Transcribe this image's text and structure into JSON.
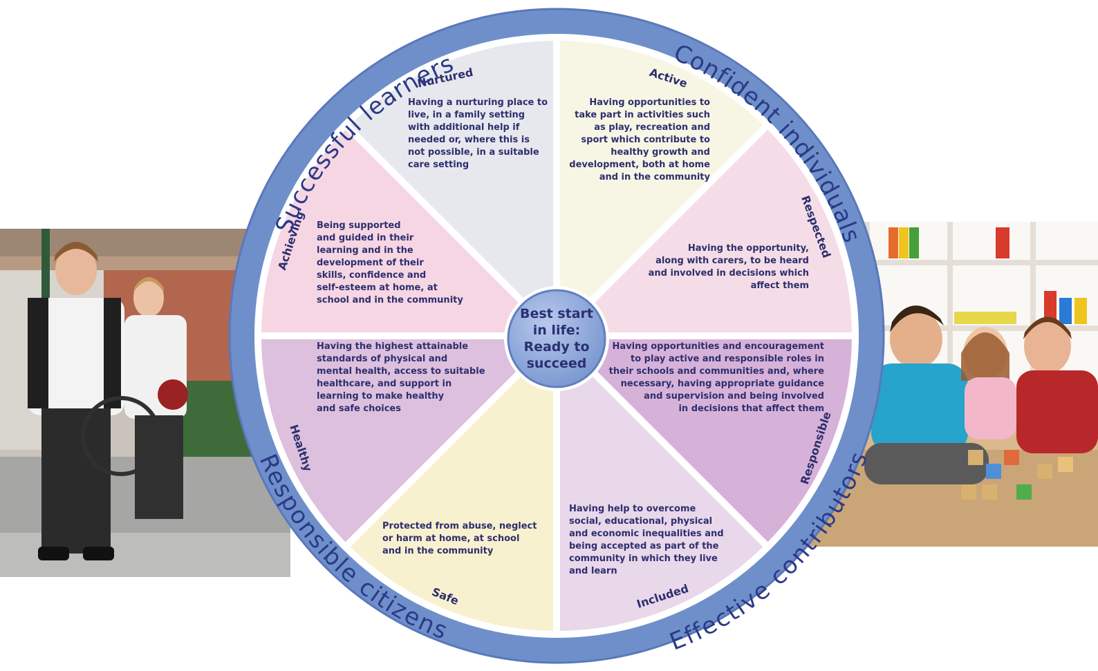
{
  "wheel": {
    "center": {
      "lines": [
        "Best start",
        "in life:",
        "Ready to",
        "succeed"
      ]
    },
    "capacities": {
      "successful_learners": "Successful learners",
      "confident_individuals": "Confident individuals",
      "effective_contributors": "Effective contributors",
      "responsible_citizens": "Responsible citizens"
    },
    "segments": [
      {
        "label": "Nurtured",
        "color": "#f7f6e4",
        "lines": [
          "Having a nurturing place to",
          "live, in a family setting",
          "with additional help if",
          "needed or, where this is",
          "not possible, in a suitable",
          "care setting"
        ]
      },
      {
        "label": "Active",
        "color": "#f4dde6",
        "lines": [
          "Having opportunities to",
          "take part in activities such",
          "as play, recreation and",
          "sport which contribute to",
          "healthy growth and",
          "development, both at home",
          "and in the community"
        ]
      },
      {
        "label": "Respected",
        "color": "#d7b2d8",
        "lines": [
          "Having the opportunity,",
          "along with carers, to be heard",
          "and involved in decisions which",
          "affect them"
        ]
      },
      {
        "label": "Responsible",
        "color": "#e9d7ea",
        "lines": [
          "Having opportunities and encouragement",
          "to play active and responsible roles in",
          "their schools and communities and, where",
          "necessary, having appropriate guidance",
          "and supervision and being involved",
          "in decisions that affect them"
        ]
      },
      {
        "label": "Included",
        "color": "#f8f1cf",
        "lines": [
          "Having help to overcome",
          "social, educational, physical",
          "and economic inequalities and",
          "being accepted as part of the",
          "community in which they live",
          "and learn"
        ]
      },
      {
        "label": "Safe",
        "color": "#dcc0dd",
        "lines": [
          "Protected from abuse, neglect",
          "or harm at home, at school",
          "and in the community"
        ]
      },
      {
        "label": "Healthy",
        "color": "#f6d6e3",
        "lines": [
          "Having the highest attainable",
          "standards of physical and",
          "mental health, access to suitable",
          "healthcare, and support in",
          "learning to make healthy",
          "and safe choices"
        ]
      },
      {
        "label": "Achieving",
        "color": "#e6e8ee",
        "lines": [
          "Being supported",
          "and guided in their",
          "learning and in the",
          "development of their",
          "skills, confidence and",
          "self-esteem at home, at",
          "school and in the community"
        ]
      }
    ],
    "colors": {
      "ring": "#6f8fcb",
      "ring_dark": "#4e6cb0",
      "ring_text": "#2a3a86",
      "center_fill": "#8fa6d8",
      "divider": "#ffffff"
    }
  }
}
